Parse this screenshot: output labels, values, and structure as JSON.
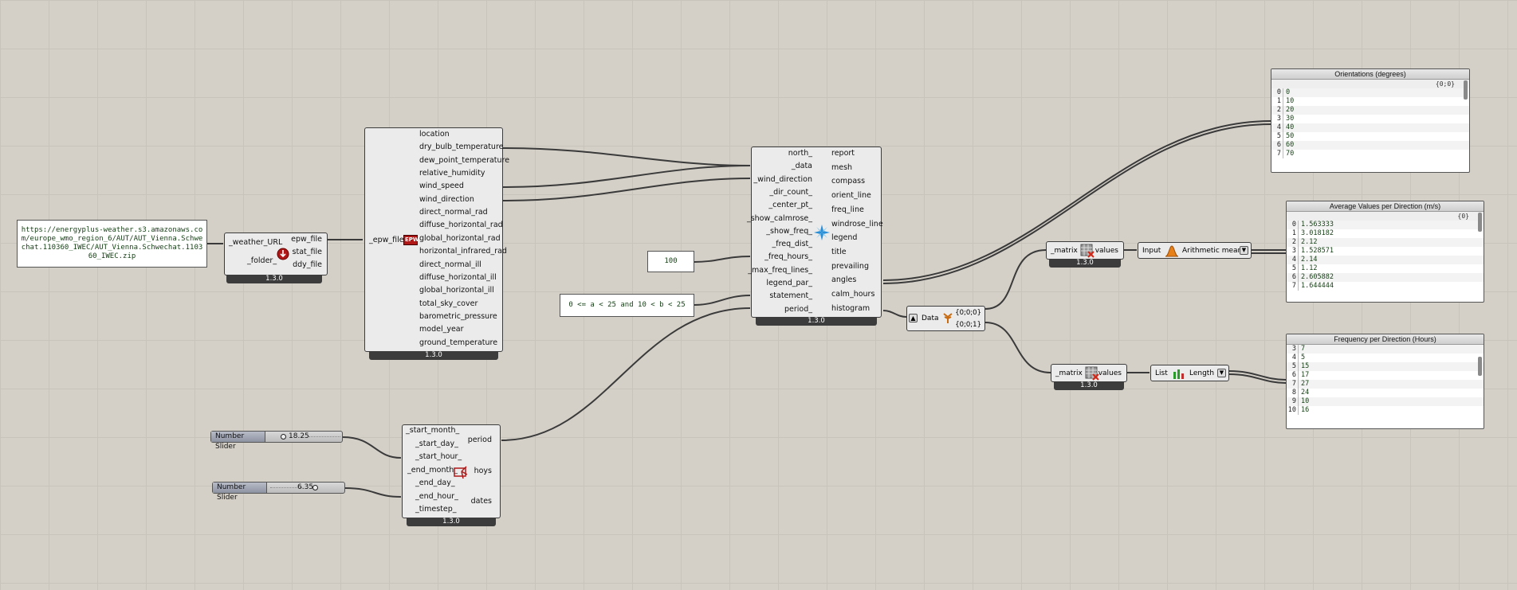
{
  "url_panel": {
    "text": "https://energyplus-weather.s3.amazonaws.com/europe_wmo_region_6/AUT/AUT_Vienna.Schwechat.110360_IWEC/AUT_Vienna.Schwechat.110360_IWEC.zip"
  },
  "download": {
    "inputs": [
      "_weather_URL",
      "_folder_"
    ],
    "outputs": [
      "epw_file",
      "stat_file",
      "ddy_file"
    ],
    "version": "1.3.0"
  },
  "epw": {
    "input": "_epw_file",
    "outputs": [
      "location",
      "dry_bulb_temperature",
      "dew_point_temperature",
      "relative_humidity",
      "wind_speed",
      "wind_direction",
      "direct_normal_rad",
      "diffuse_horizontal_rad",
      "global_horizontal_rad",
      "horizontal_infrared_rad",
      "direct_normal_ill",
      "diffuse_horizontal_ill",
      "global_horizontal_ill",
      "total_sky_cover",
      "barometric_pressure",
      "model_year",
      "ground_temperature"
    ],
    "icon_text": "EPW",
    "version": "1.3.0"
  },
  "windrose": {
    "inputs": [
      "north_",
      "_data",
      "_wind_direction",
      "_dir_count_",
      "_center_pt_",
      "_show_calmrose_",
      "_show_freq_",
      "_freq_dist_",
      "_freq_hours_",
      "_max_freq_lines_",
      "legend_par_",
      "statement_",
      "period_"
    ],
    "outputs": [
      "report",
      "mesh",
      "compass",
      "orient_line",
      "freq_line",
      "windrose_line",
      "legend",
      "title",
      "prevailing",
      "angles",
      "calm_hours",
      "histogram"
    ],
    "version": "1.3.0"
  },
  "panel_100": {
    "text": "100"
  },
  "panel_statement": {
    "text": "0 <= a < 25 and 10 < b < 25"
  },
  "slider1": {
    "name": "Number Slider",
    "value": "18.25"
  },
  "slider2": {
    "name": "Number Slider",
    "value": "6.35"
  },
  "period": {
    "inputs": [
      "_start_month_",
      "_start_day_",
      "_start_hour_",
      "_end_month_",
      "_end_day_",
      "_end_hour_",
      "_timestep_"
    ],
    "outputs": [
      "period",
      "hoys",
      "dates"
    ],
    "version": "1.3.0"
  },
  "data_param": {
    "label": "Data",
    "outputs": [
      "{0;0;0}",
      "{0;0;1}"
    ]
  },
  "matrix1": {
    "input": "_matrix",
    "output": "values",
    "version": "1.3.0"
  },
  "matrix2": {
    "input": "_matrix",
    "output": "values",
    "version": "1.3.0"
  },
  "mean": {
    "input": "Input",
    "output": "Arithmetic mean"
  },
  "length": {
    "input": "List",
    "output": "Length"
  },
  "orientations": {
    "title": "Orientations (degrees)",
    "path": "{0;0}",
    "rows": [
      {
        "i": "0",
        "v": "0"
      },
      {
        "i": "1",
        "v": "10"
      },
      {
        "i": "2",
        "v": "20"
      },
      {
        "i": "3",
        "v": "30"
      },
      {
        "i": "4",
        "v": "40"
      },
      {
        "i": "5",
        "v": "50"
      },
      {
        "i": "6",
        "v": "60"
      },
      {
        "i": "7",
        "v": "70"
      }
    ]
  },
  "avg_values": {
    "title": "Average Values per Direction (m/s)",
    "path": "{0}",
    "rows": [
      {
        "i": "0",
        "v": "1.563333"
      },
      {
        "i": "1",
        "v": "3.018182"
      },
      {
        "i": "2",
        "v": "2.12"
      },
      {
        "i": "3",
        "v": "1.528571"
      },
      {
        "i": "4",
        "v": "2.14"
      },
      {
        "i": "5",
        "v": "1.12"
      },
      {
        "i": "6",
        "v": "2.605882"
      },
      {
        "i": "7",
        "v": "1.644444"
      }
    ]
  },
  "frequency": {
    "title": "Frequency per Direction (Hours)",
    "rows": [
      {
        "i": "3",
        "v": "7"
      },
      {
        "i": "4",
        "v": "5"
      },
      {
        "i": "5",
        "v": "15"
      },
      {
        "i": "6",
        "v": "17"
      },
      {
        "i": "7",
        "v": "27"
      },
      {
        "i": "8",
        "v": "24"
      },
      {
        "i": "9",
        "v": "10"
      },
      {
        "i": "10",
        "v": "16"
      }
    ]
  },
  "colors": {
    "canvas": "#d4d0c8",
    "component": "#ebebeb",
    "version_bar": "#3c3c3c",
    "wire": "#4a4a4a"
  }
}
